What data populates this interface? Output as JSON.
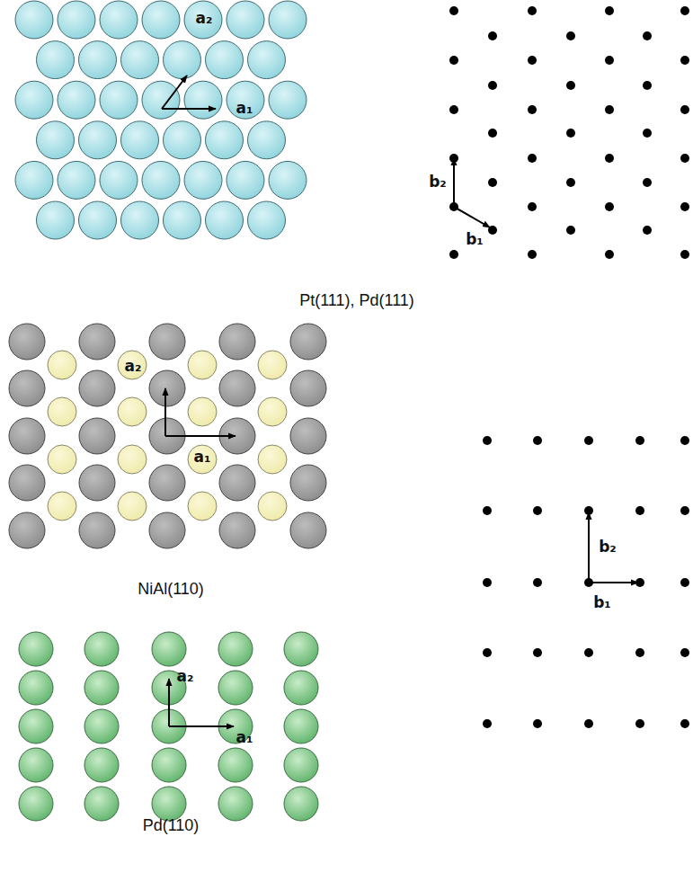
{
  "diagram": {
    "labels": [
      "a₂",
      "a₁",
      "b₂",
      "b₁",
      "Pt(111), Pd(111)",
      "a₂",
      "a₁",
      "NiAl(110)",
      "b₂",
      "b₁",
      "a₂",
      "a₁",
      "Pd(110)"
    ]
  }
}
